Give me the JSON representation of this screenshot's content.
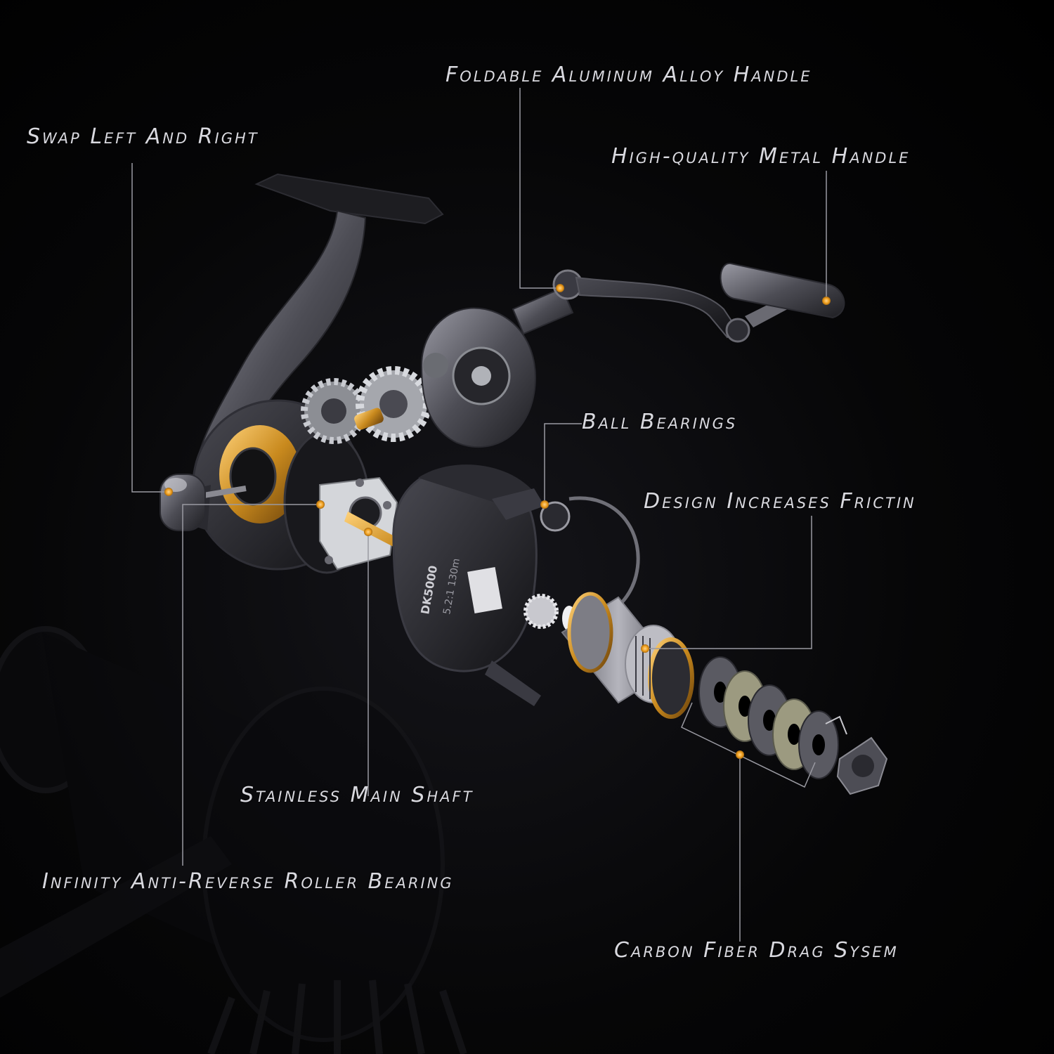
{
  "labels": {
    "foldable_handle": "Foldable Aluminum Alloy Handle",
    "swap": "Swap Left And Right",
    "metal_handle": "High-quality Metal Handle",
    "ball_bearings": "Ball Bearings",
    "friction": "Design Increases Frictin",
    "main_shaft": "Stainless Main Shaft",
    "roller_bearing": "Infinity Anti-Reverse Roller Bearing",
    "drag_system": "Carbon Fiber Drag Sysem"
  },
  "spool_text": {
    "model": "DK5000",
    "spec": "5.2:1 130m"
  },
  "colors": {
    "background": "#000000",
    "label_text": "#d9d9df",
    "leader_line": "#9a9aa2",
    "marker_dot": "#f0a020",
    "accent_gold": "#c98a1e",
    "metal": "#6e6e78"
  },
  "icons": {
    "marker": "orange-dot-marker"
  }
}
